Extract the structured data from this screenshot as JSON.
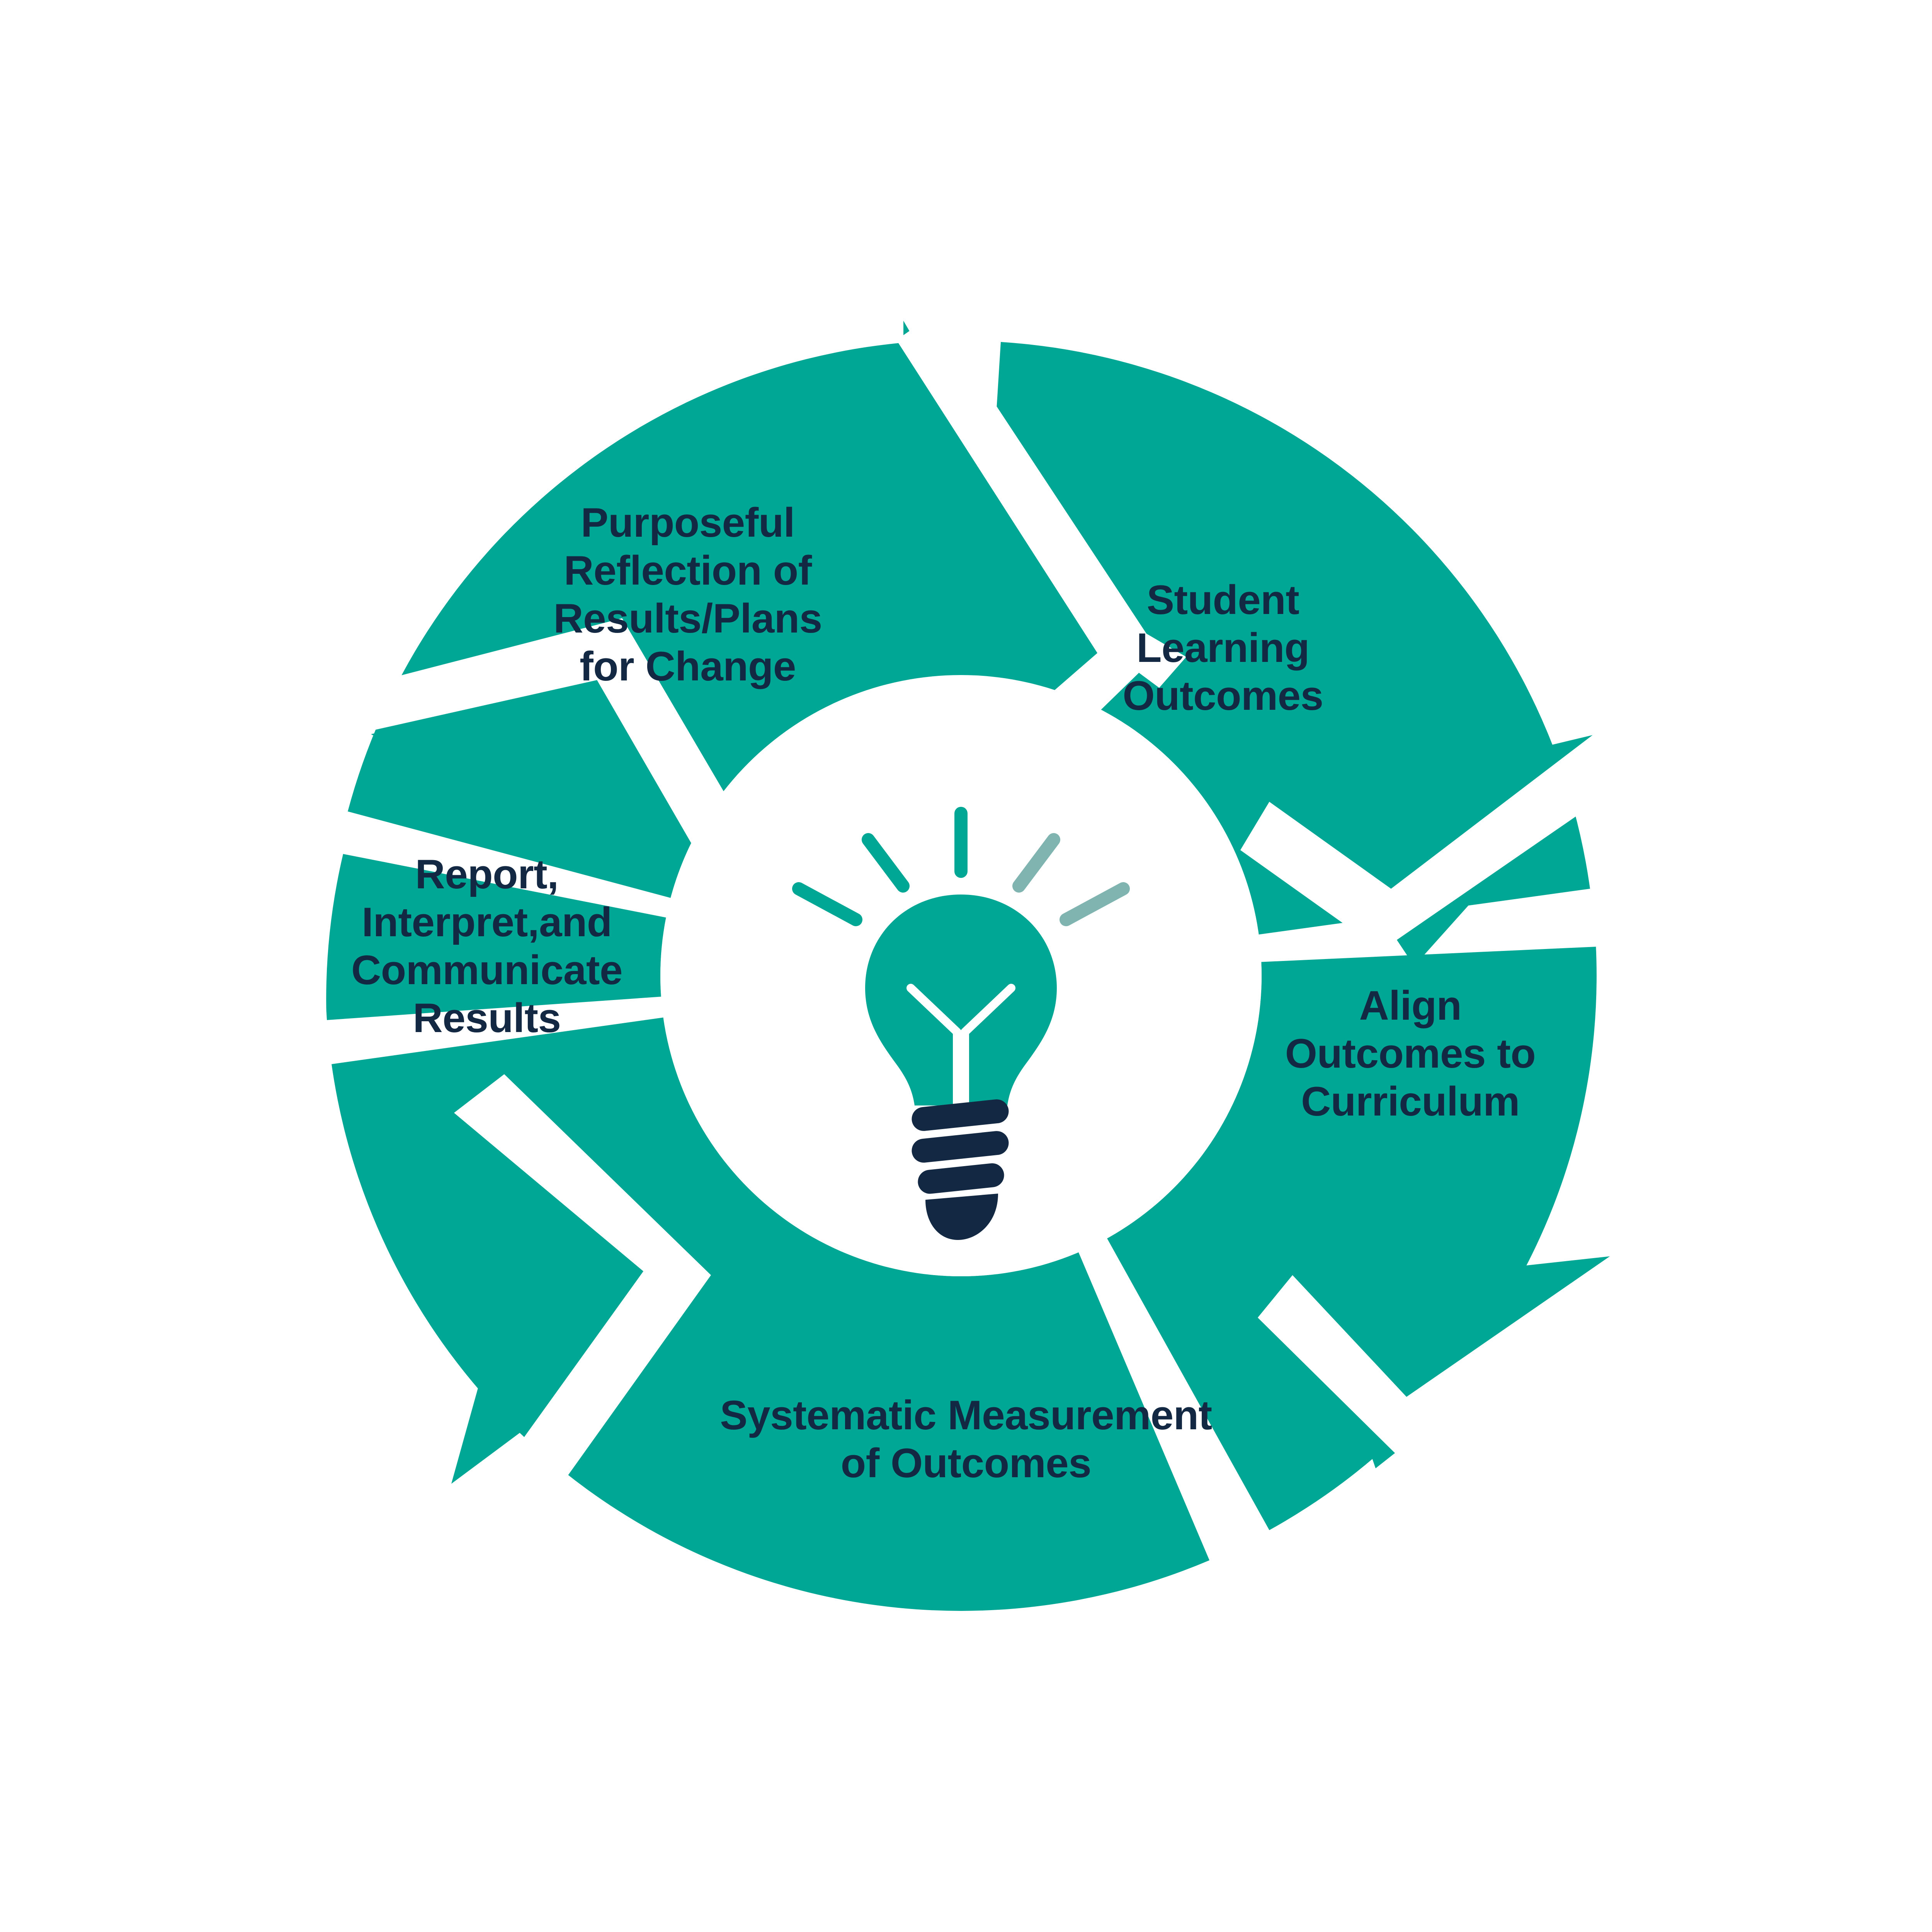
{
  "diagram": {
    "type": "cyclical-process-wheel",
    "title": "Assessment Cycle",
    "center_icon": "lightbulb-icon",
    "direction": "clockwise",
    "colors": {
      "teal": "#00A795",
      "navy": "#132842",
      "muted_teal": "#7FB4B0",
      "background": "#FFFFFF"
    },
    "segments": [
      {
        "id": "student-learning-outcomes",
        "label": "Student\nLearning\nOutcomes",
        "order": 1,
        "position": "top-right"
      },
      {
        "id": "align-outcomes-to-curriculum",
        "label": "Align\nOutcomes to\nCurriculum",
        "order": 2,
        "position": "right"
      },
      {
        "id": "systematic-measurement-of-outcomes",
        "label": "Systematic Measurement\nof Outcomes",
        "order": 3,
        "position": "bottom"
      },
      {
        "id": "report-interpret-and-communicate-results",
        "label": "Report,\nInterpret,and\nCommunicate\nResults",
        "order": 4,
        "position": "left"
      },
      {
        "id": "purposeful-reflection-of-results-plans-for-change",
        "label": "Purposeful\nReflection of\nResults/Plans\nfor Change",
        "order": 5,
        "position": "top-left"
      }
    ],
    "center": {
      "icon_name": "lightbulb-icon",
      "ray_count": 5,
      "ray_colors": [
        "#00A795",
        "#00A795",
        "#00A795",
        "#7FB4B0",
        "#7FB4B0"
      ],
      "bulb_color": "#00A795",
      "base_color": "#132842"
    }
  }
}
